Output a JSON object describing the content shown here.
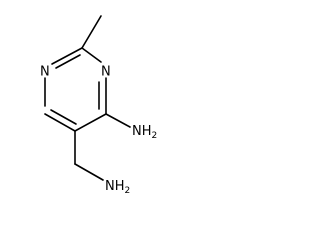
{
  "structure": {
    "atoms": {
      "n1": "N",
      "n3": "N",
      "amine_nh2": "NH2",
      "aminomethyl_nh2": "NH2"
    }
  },
  "colors": {
    "bond": "#000000",
    "label": "#000000",
    "background": "#ffffff"
  }
}
